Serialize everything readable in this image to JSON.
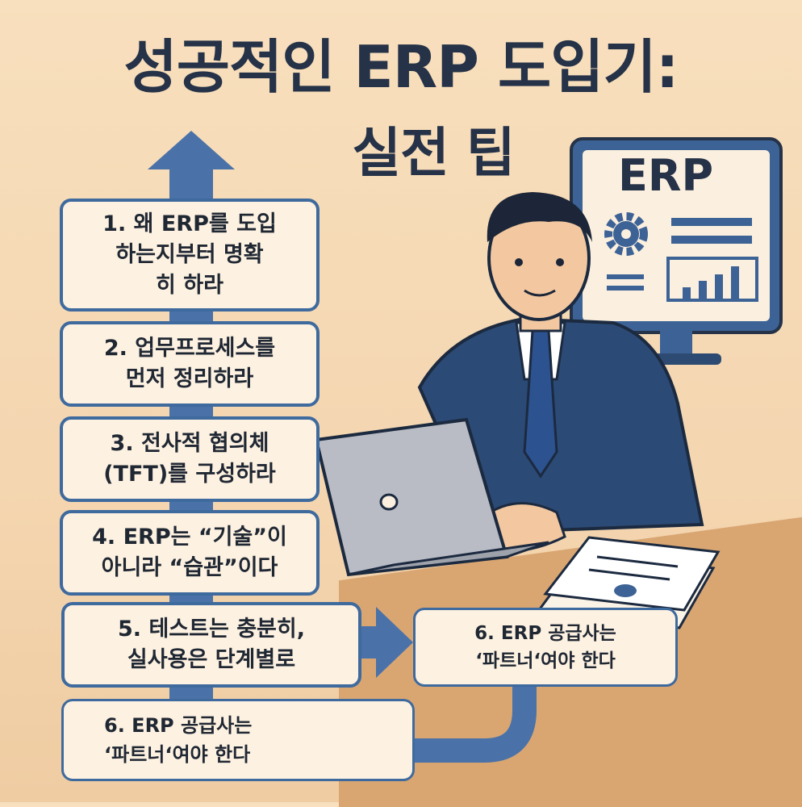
{
  "title": {
    "line1": "성공적인 ERP 도입기:",
    "line2": "실전 팁"
  },
  "monitor_label": "ERP",
  "tips": [
    {
      "id": "tip1",
      "text": "1. 왜 ERP를 도입\n하는지부터 명확\n히 하라"
    },
    {
      "id": "tip2",
      "text": "2. 업무프로세스를\n먼저 정리하라"
    },
    {
      "id": "tip3",
      "text": "3. 전사적 협의체\n(TFT)를 구성하라"
    },
    {
      "id": "tip4",
      "text": "4. ERP는 “기술”이\n아니라 “습관”이다"
    },
    {
      "id": "tip5",
      "text": "5. 테스트는 충분히,\n실사용은 단계별로"
    },
    {
      "id": "tip6a",
      "text": "6. ERP 공급사는\n‘파트너‘여야  한다"
    },
    {
      "id": "tip6b",
      "text": "6. ERP 공급사는\n‘파트너‘여야 한다"
    }
  ],
  "colors": {
    "accent": "#3e6a9e",
    "navy": "#253247",
    "card": "#fdf1e1",
    "background": "#f6dab5"
  },
  "icons": [
    "up-arrow-icon",
    "right-arrow-icon",
    "gear-icon",
    "bar-chart-icon",
    "document-icon",
    "laptop-icon"
  ]
}
